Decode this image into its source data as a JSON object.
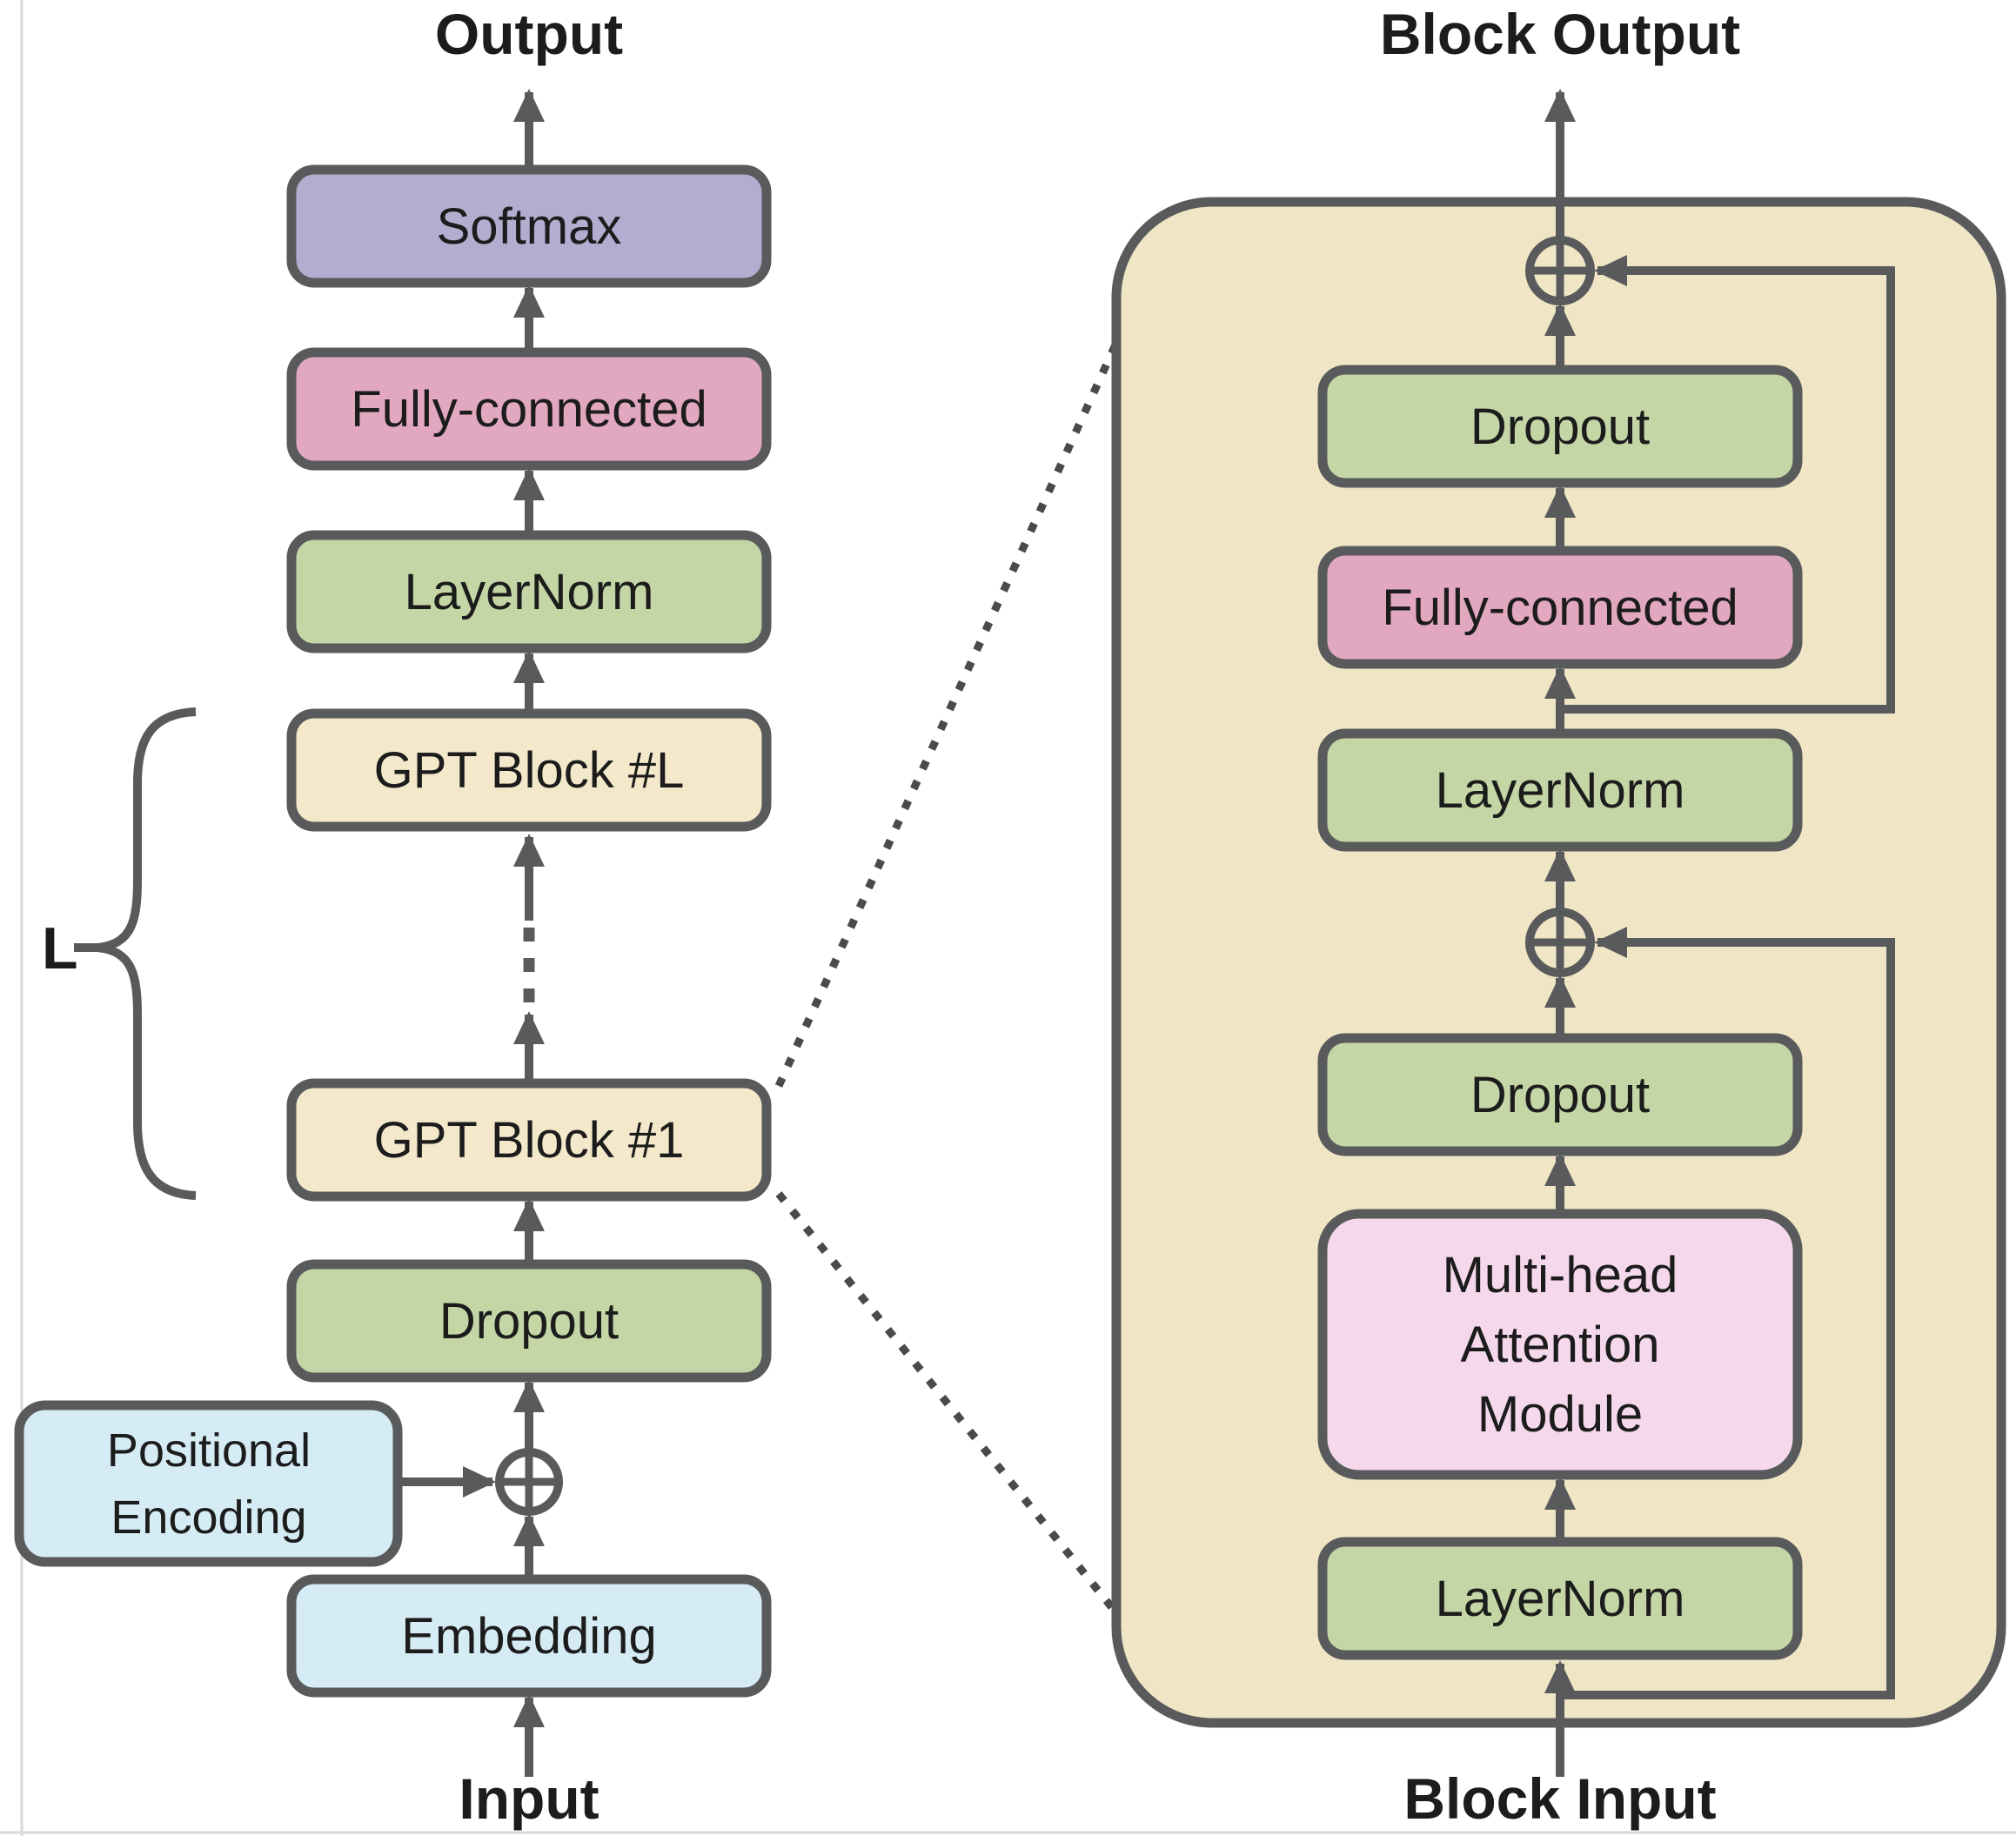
{
  "palette": {
    "background": "#ffffff",
    "outline": "#595a5c",
    "text": "#1c1c1c",
    "softmax_fill": "#b2aed0",
    "fully_connected_fill": "#e2a8c0",
    "layernorm_dropout_fill": "#c4d6a5",
    "gpt_block_fill": "#f3e8ca",
    "expanded_block_fill": "#f0e6c5",
    "embedding_fill": "#d5ecf5",
    "attention_fill": "#f6d8ec"
  },
  "left_column": {
    "output_label": "Output",
    "input_label": "Input",
    "brace_label": "L",
    "boxes": [
      {
        "label": "Softmax"
      },
      {
        "label": "Fully-connected"
      },
      {
        "label": "LayerNorm"
      },
      {
        "label": "GPT Block #L"
      },
      {
        "label": "GPT Block #1"
      },
      {
        "label": "Dropout"
      },
      {
        "label": "Embedding"
      }
    ],
    "positional_encoding": {
      "line1": "Positional",
      "line2": "Encoding"
    }
  },
  "expanded_block": {
    "output_label": "Block Output",
    "input_label": "Block Input",
    "boxes": [
      {
        "label": "Dropout"
      },
      {
        "label": "Fully-connected"
      },
      {
        "label": "LayerNorm"
      },
      {
        "label": "Dropout"
      },
      {
        "label": "LayerNorm"
      }
    ],
    "attention_box": {
      "line1": "Multi-head",
      "line2": "Attention",
      "line3": "Module"
    }
  }
}
